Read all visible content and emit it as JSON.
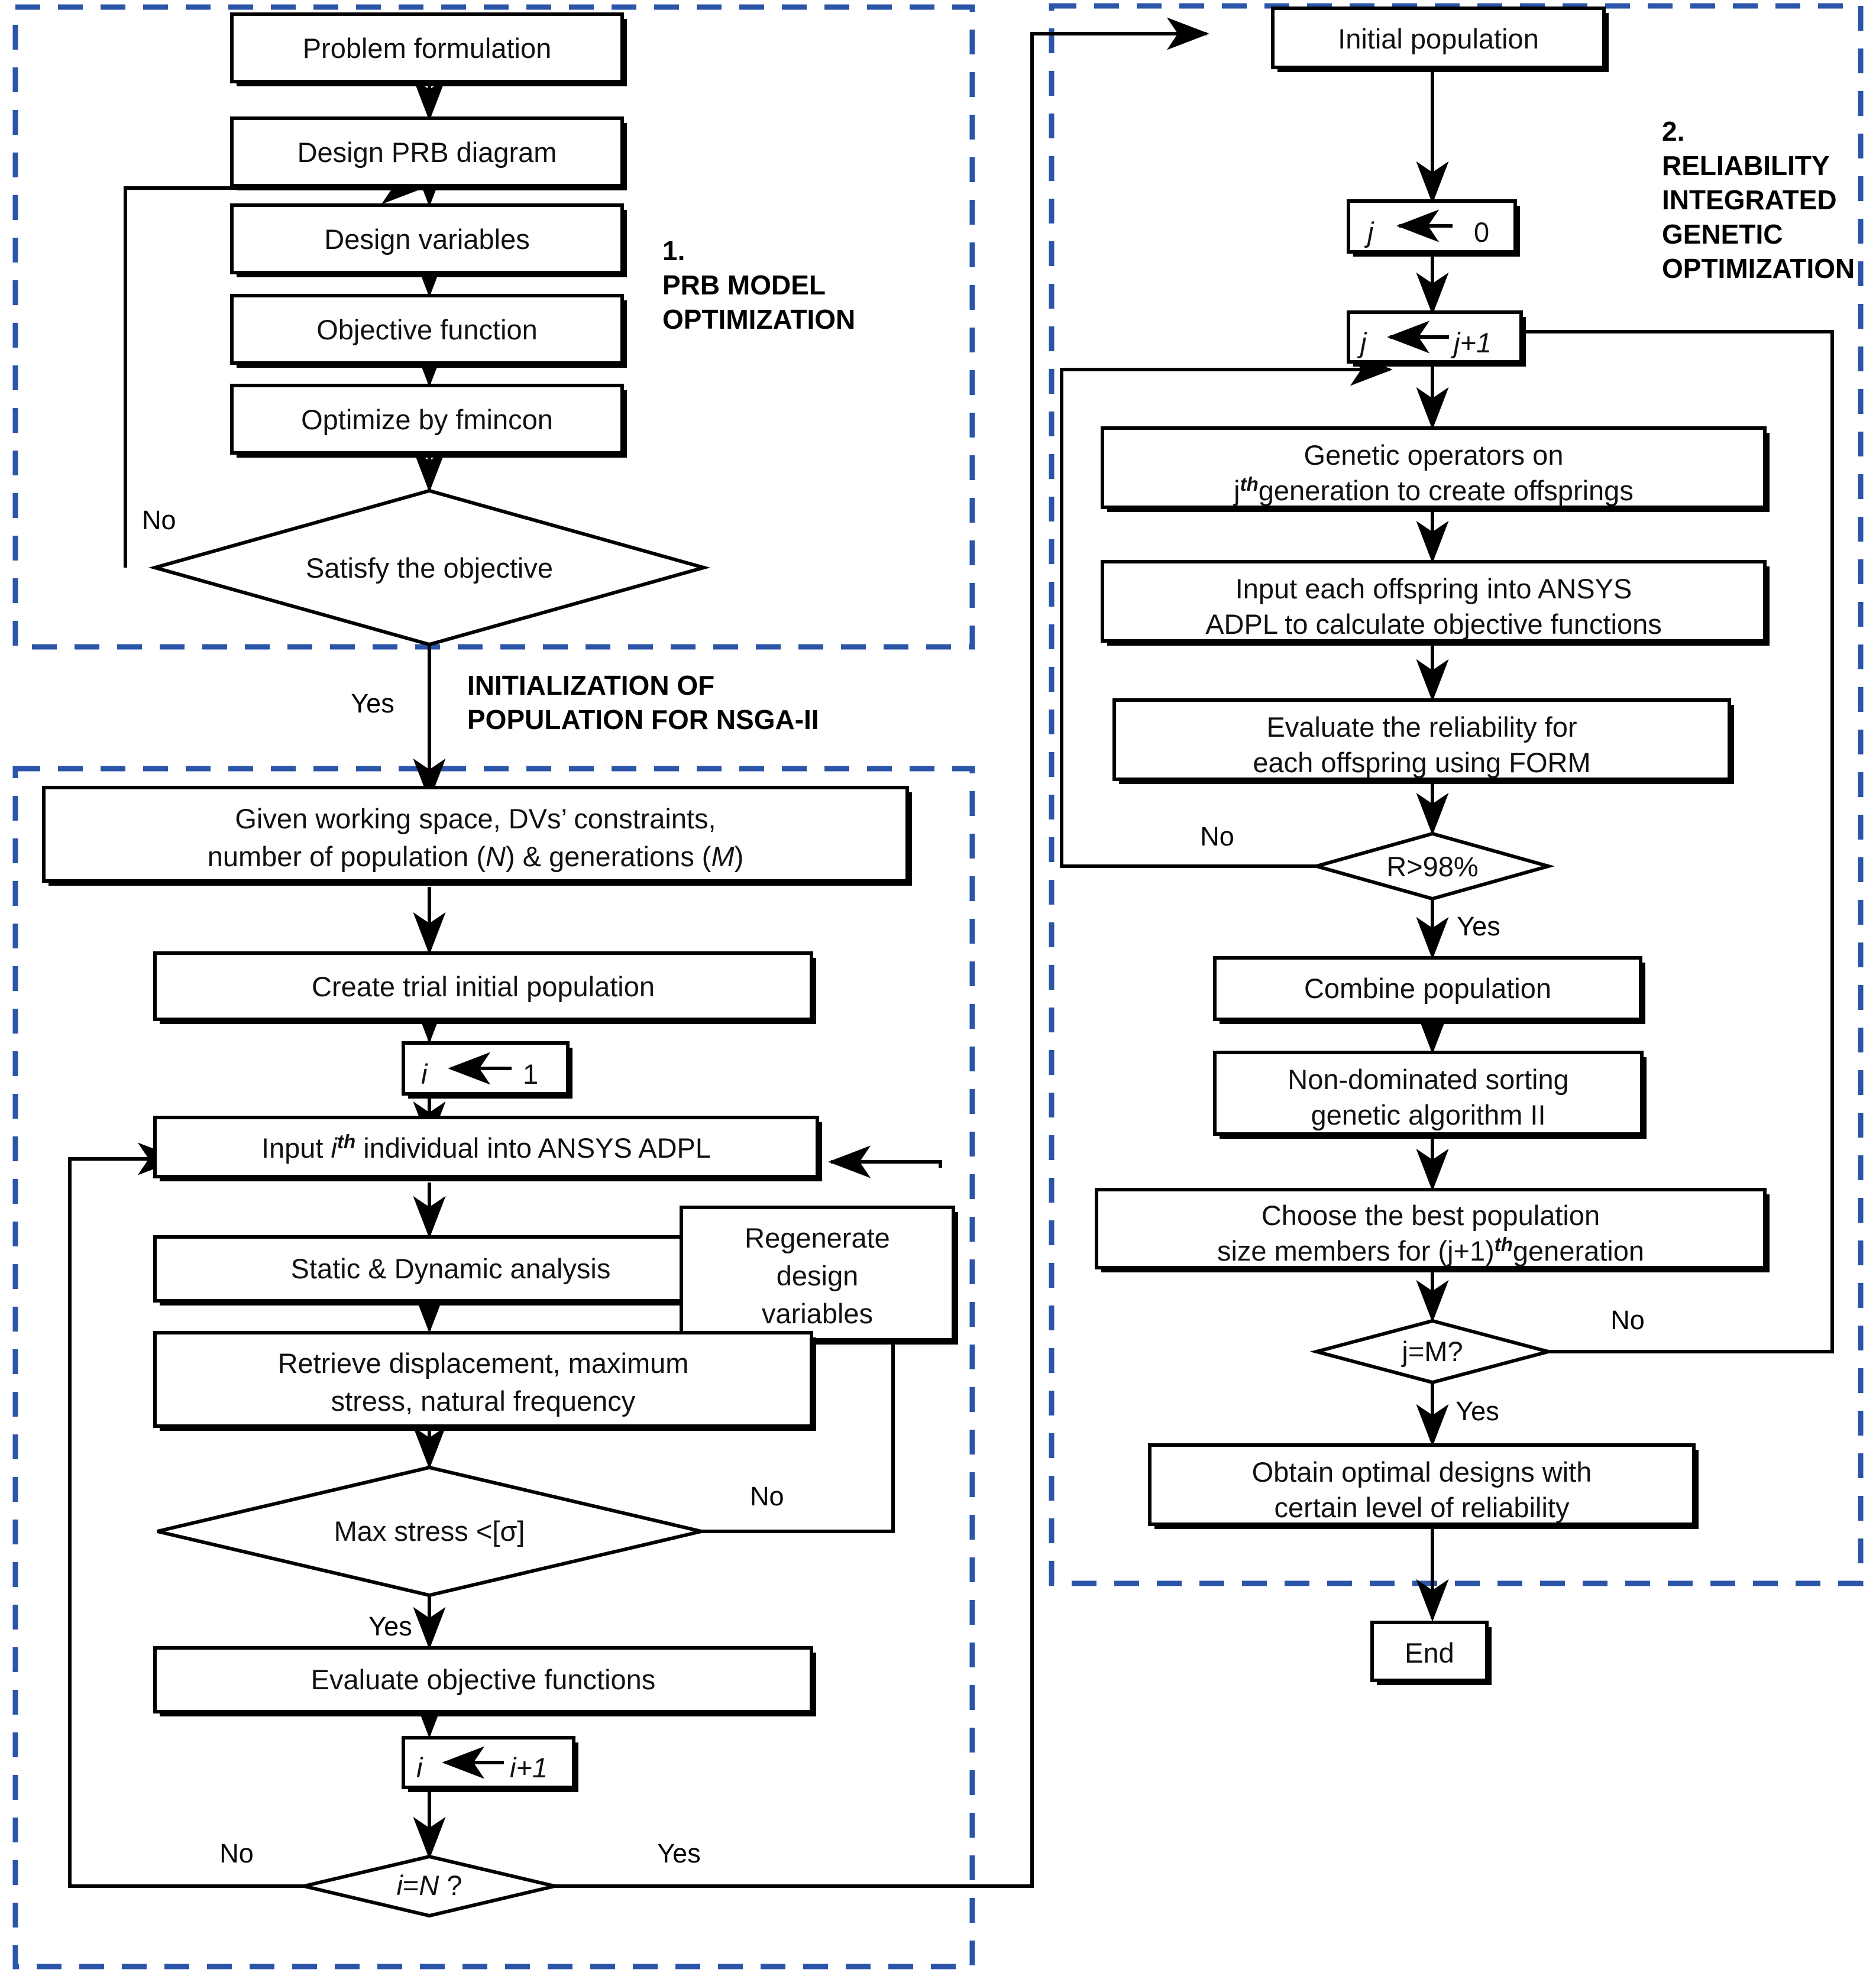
{
  "figure": {
    "title": "Reliability-based multi-objective design optimization flowchart",
    "accent_panel_color": "#2B55A8",
    "line_color": "#000000",
    "background": "#FFFFFF"
  },
  "panels": [
    {
      "id": "panel-prb",
      "caption_number": "1.",
      "caption_line1": "PRB MODEL",
      "caption_line2": "OPTIMIZATION"
    },
    {
      "id": "panel-init",
      "caption_line1": "INITIALIZATION OF",
      "caption_line2": "POPULATION FOR NSGA-II"
    },
    {
      "id": "panel-rigo",
      "caption_number": "2.",
      "caption_line1": "RELIABILITY",
      "caption_line2": "INTEGRATED",
      "caption_line3": "GENETIC",
      "caption_line4": "OPTIMIZATION"
    }
  ],
  "nodes": {
    "problem_formulation": "Problem formulation",
    "design_prb_diagram": "Design PRB diagram",
    "design_variables": "Design variables",
    "objective_function": "Objective function",
    "optimize_by_fmincon": "Optimize by fmincon",
    "satisfy_the_objective": "Satisfy the objective",
    "given_working_space_l1": "Given working space, DVs’ constraints,",
    "given_working_space_l2a": "number of population (",
    "given_working_space_l2b": "N",
    "given_working_space_l2c": ") & generations (",
    "given_working_space_l2d": "M",
    "given_working_space_l2e": ")",
    "create_trial_initial_population": "Create trial initial population",
    "i_assign_1_var": "i",
    "i_assign_1_val": "1",
    "input_ith_a": "Input ",
    "input_ith_i": "i",
    "input_ith_th": "th",
    "input_ith_b": " individual into ANSYS ADPL",
    "static_dynamic_analysis": "Static & Dynamic analysis",
    "regenerate_l1": "Regenerate",
    "regenerate_l2": "design",
    "regenerate_l3": "variables",
    "retrieve_l1": "Retrieve displacement, maximum",
    "retrieve_l2": "stress, natural frequency",
    "max_stress": "Max stress <[σ]",
    "evaluate_objective_functions": "Evaluate objective functions",
    "i_inc_var": "i",
    "i_inc_val": "i+1",
    "i_eq_n_a": "i",
    "i_eq_n_b": "=",
    "i_eq_n_c": "N",
    "i_eq_n_d": " ?",
    "initial_population": "Initial population",
    "j_assign_0_var": "j",
    "j_assign_0_val": "0",
    "j_inc_var": "j",
    "j_inc_val": "j+1",
    "genetic_operators_l1": "Genetic operators on",
    "genetic_operators_l2a": "j",
    "genetic_operators_l2b": "th",
    "genetic_operators_l2c": "generation to create offsprings",
    "input_each_offspring_l1": "Input each offspring into ANSYS",
    "input_each_offspring_l2": "ADPL to calculate objective functions",
    "evaluate_reliability_l1": "Evaluate the reliability for",
    "evaluate_reliability_l2": "each offspring using FORM",
    "r_gt_98": "R>98%",
    "combine_population": "Combine population",
    "nsga2_l1": "Non-dominated sorting",
    "nsga2_l2": "genetic algorithm II",
    "choose_best_l1": "Choose the best population",
    "choose_best_l2a": "size members for (j+1)",
    "choose_best_l2b": "th",
    "choose_best_l2c": "generation",
    "j_eq_m": "j=M?",
    "obtain_optimal_l1": "Obtain optimal designs with",
    "obtain_optimal_l2": "certain level of reliability",
    "end": "End"
  },
  "edge_labels": {
    "no_satisfy": "No",
    "yes_satisfy": "Yes",
    "no_maxstress": "No",
    "yes_maxstress": "Yes",
    "no_ieqn": "No",
    "yes_ieqn": "Yes",
    "no_r98": "No",
    "yes_r98": "Yes",
    "no_jeqm": "No",
    "yes_jeqm": "Yes"
  }
}
